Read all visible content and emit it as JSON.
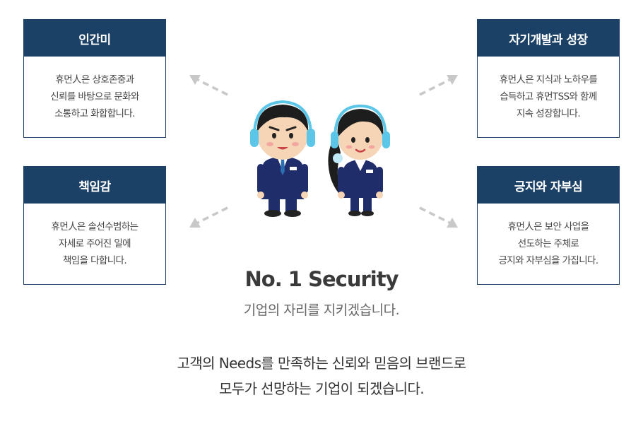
{
  "cards": {
    "top_left": {
      "title": "인간미",
      "lines": [
        "휴먼人은 상호존중과",
        "신뢰를 바탕으로 문화와",
        "소통하고 화합합니다."
      ]
    },
    "bottom_left": {
      "title": "책임감",
      "lines": [
        "휴먼人은 솔선수범하는",
        "자세로 주어진 일에",
        "책임을 다합니다."
      ]
    },
    "top_right": {
      "title": "자기개발과 성장",
      "lines": [
        "휴먼人은 지식과 노하우를",
        "습득하고 휴먼TSS와 함께",
        "지속 성장합니다."
      ]
    },
    "bottom_right": {
      "title": "긍지와 자부심",
      "lines": [
        "휴먼人은 보안 사업을",
        "선도하는 주체로",
        "긍지와 자부심을 가집니다."
      ]
    }
  },
  "slogan": {
    "title": "No. 1 Security",
    "subtitle": "기업의 자리를 지키겠습니다."
  },
  "closing": {
    "line1": "고객의 Needs를 만족하는 신뢰와 믿음의 브랜드로",
    "line2": "모두가 선망하는 기업이 되겠습니다."
  },
  "colors": {
    "header_bg": "#1c4166",
    "border": "#1c3f66",
    "arrow": "#c8c8c8",
    "uniform": "#1f2d6b",
    "headset": "#5bc6e8"
  }
}
